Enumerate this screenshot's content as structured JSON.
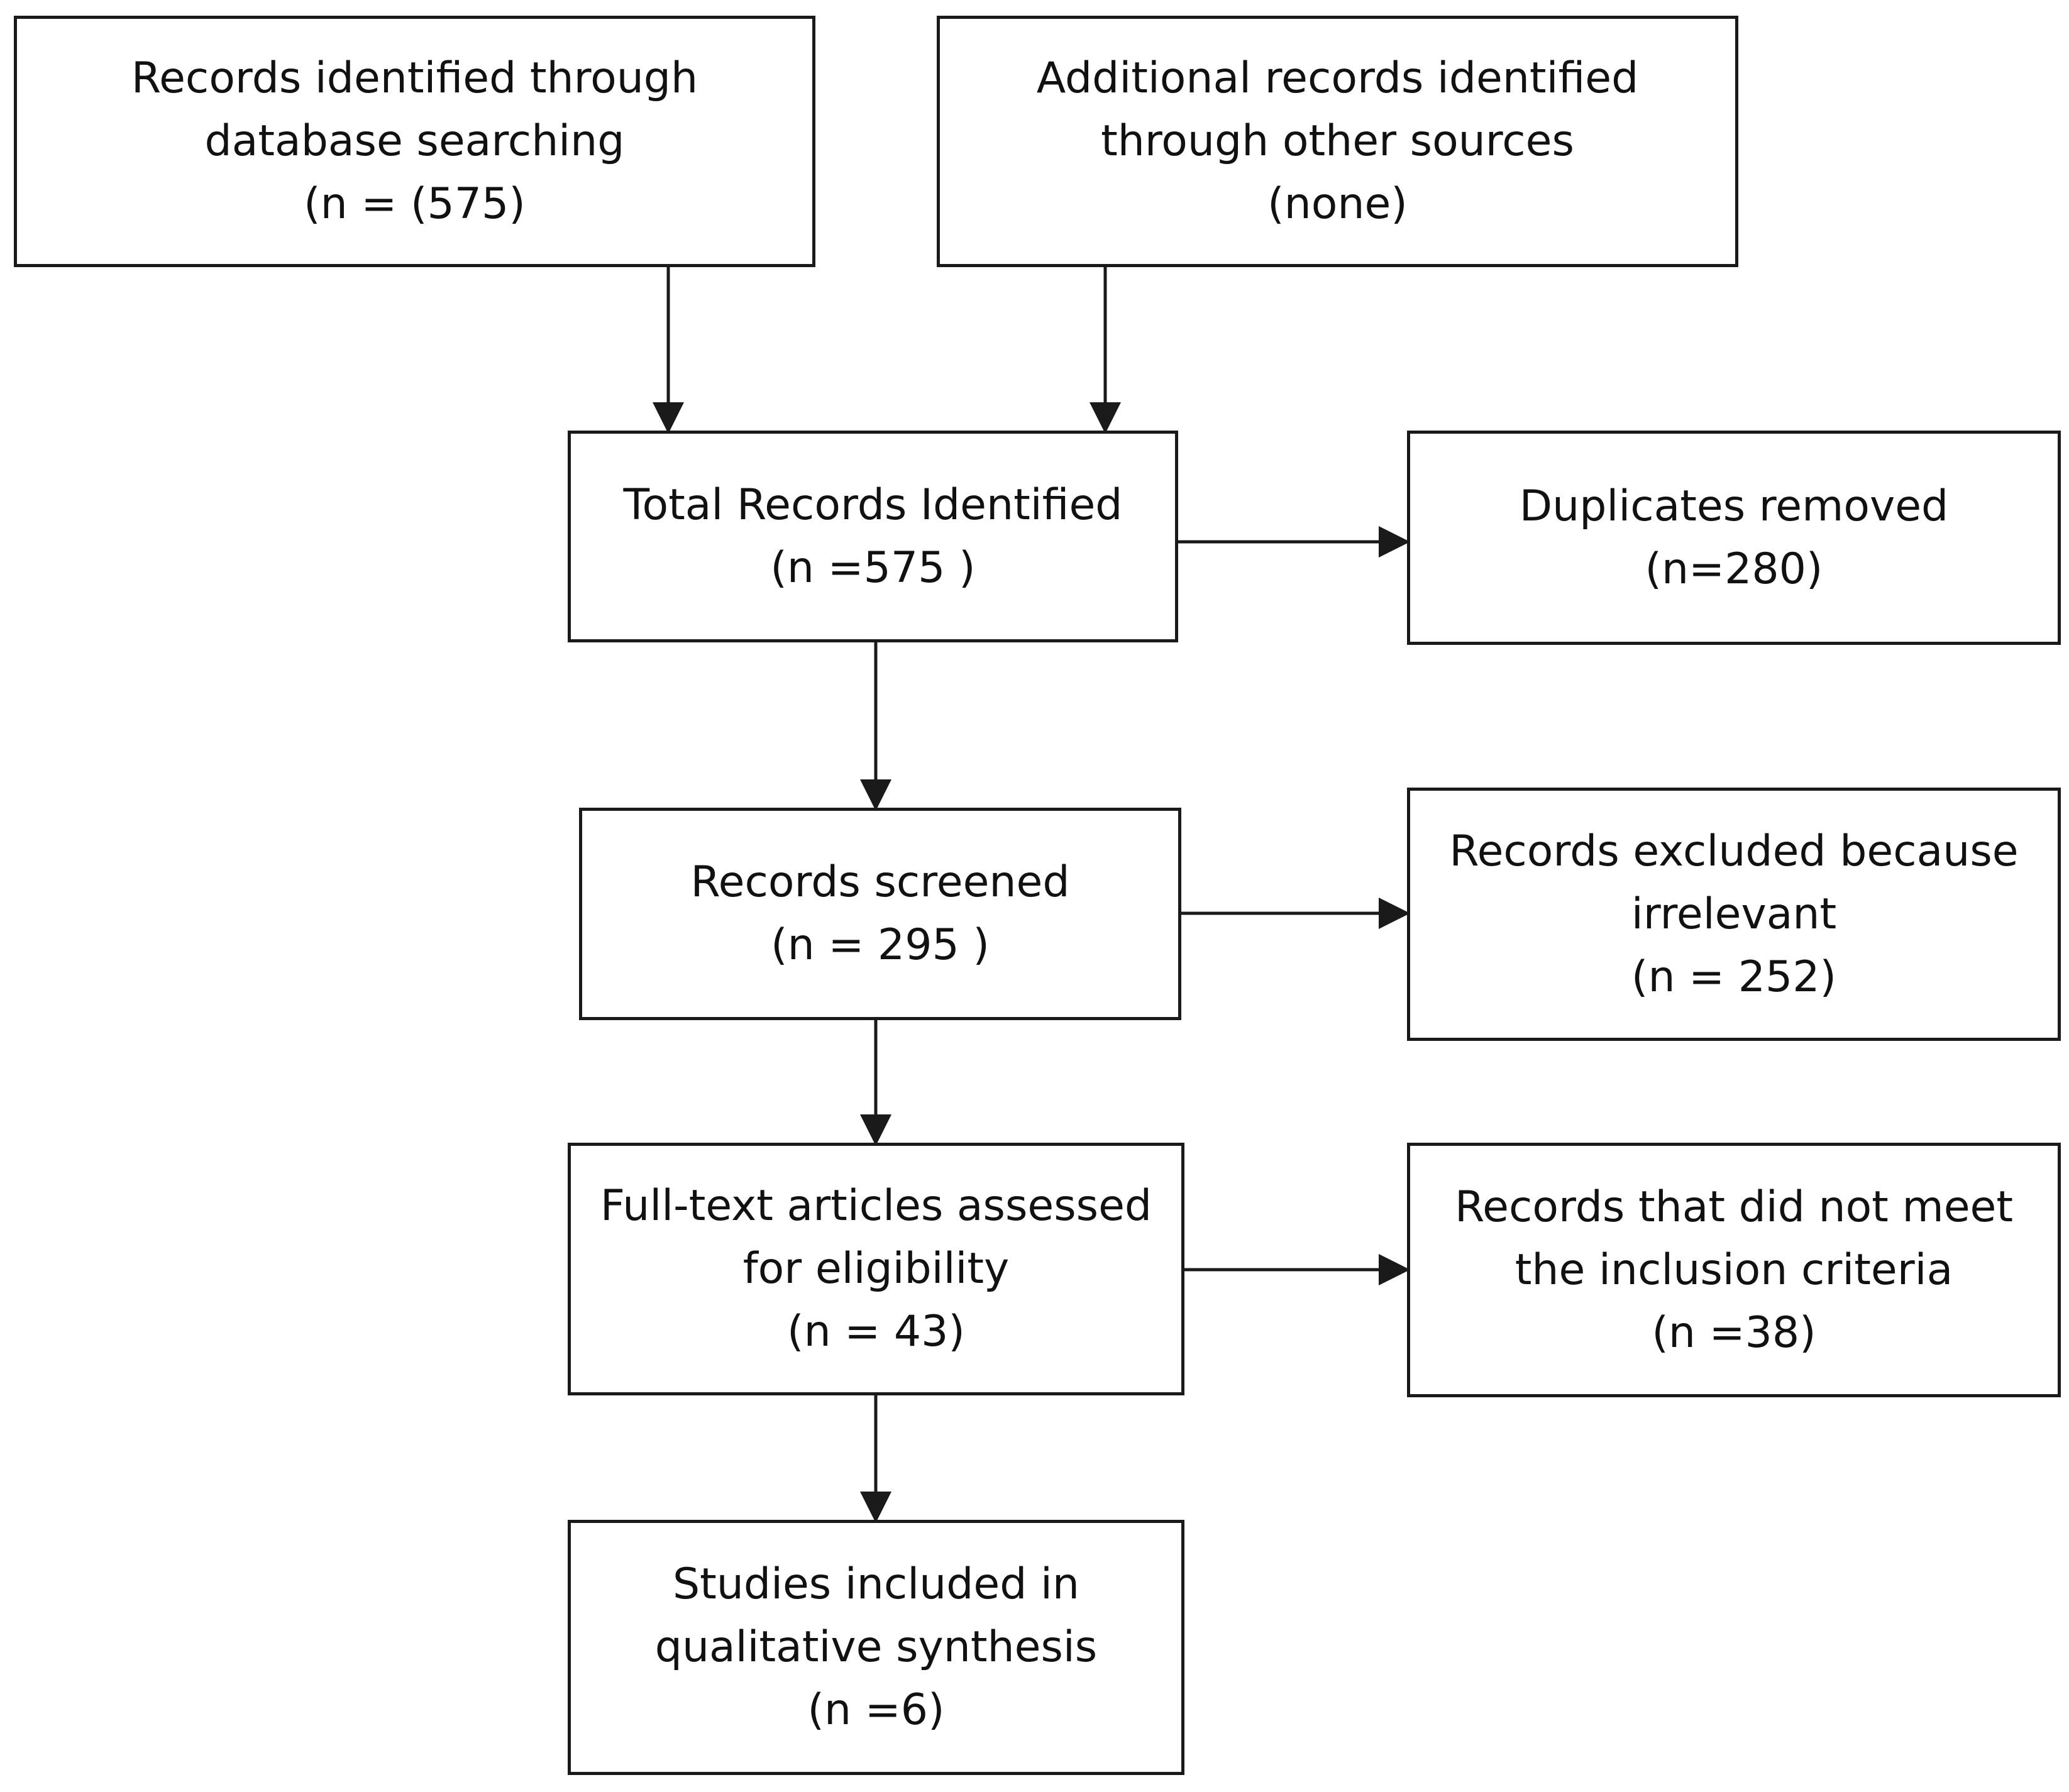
{
  "flowchart": {
    "records_db": {
      "line1": "Records identified through",
      "line2": "database searching",
      "line3": "(n = (575)"
    },
    "records_other": {
      "line1": "Additional records identified",
      "line2": "through other sources",
      "line3": "(none)"
    },
    "total": {
      "line1": "Total Records Identified",
      "line2": "(n =575 )"
    },
    "duplicates": {
      "line1": "Duplicates removed",
      "line2": "(n=280)"
    },
    "screened": {
      "line1": "Records screened",
      "line2": "(n = 295 )"
    },
    "excluded": {
      "line1": "Records excluded because",
      "line2": "irrelevant",
      "line3": "(n = 252)"
    },
    "fulltext": {
      "line1": "Full-text articles assessed",
      "line2": "for eligibility",
      "line3": "(n = 43)"
    },
    "not_meet": {
      "line1": "Records that did not meet",
      "line2": "the inclusion criteria",
      "line3": "(n =38)"
    },
    "included": {
      "line1": "Studies included in",
      "line2": "qualitative synthesis",
      "line3": "(n =6)"
    }
  }
}
